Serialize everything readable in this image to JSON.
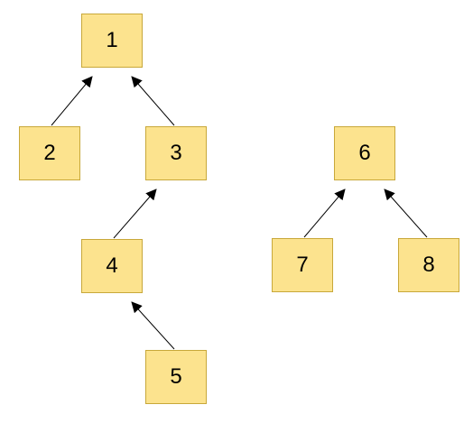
{
  "diagram": {
    "nodes": [
      {
        "id": "1",
        "label": "1"
      },
      {
        "id": "2",
        "label": "2"
      },
      {
        "id": "3",
        "label": "3"
      },
      {
        "id": "4",
        "label": "4"
      },
      {
        "id": "5",
        "label": "5"
      },
      {
        "id": "6",
        "label": "6"
      },
      {
        "id": "7",
        "label": "7"
      },
      {
        "id": "8",
        "label": "8"
      }
    ],
    "edges": [
      {
        "from": "2",
        "to": "1"
      },
      {
        "from": "3",
        "to": "1"
      },
      {
        "from": "4",
        "to": "3"
      },
      {
        "from": "5",
        "to": "4"
      },
      {
        "from": "7",
        "to": "6"
      },
      {
        "from": "8",
        "to": "6"
      }
    ]
  },
  "colors": {
    "node_fill": "#fce38e",
    "node_border": "#c8a83a",
    "edge": "#000000"
  }
}
